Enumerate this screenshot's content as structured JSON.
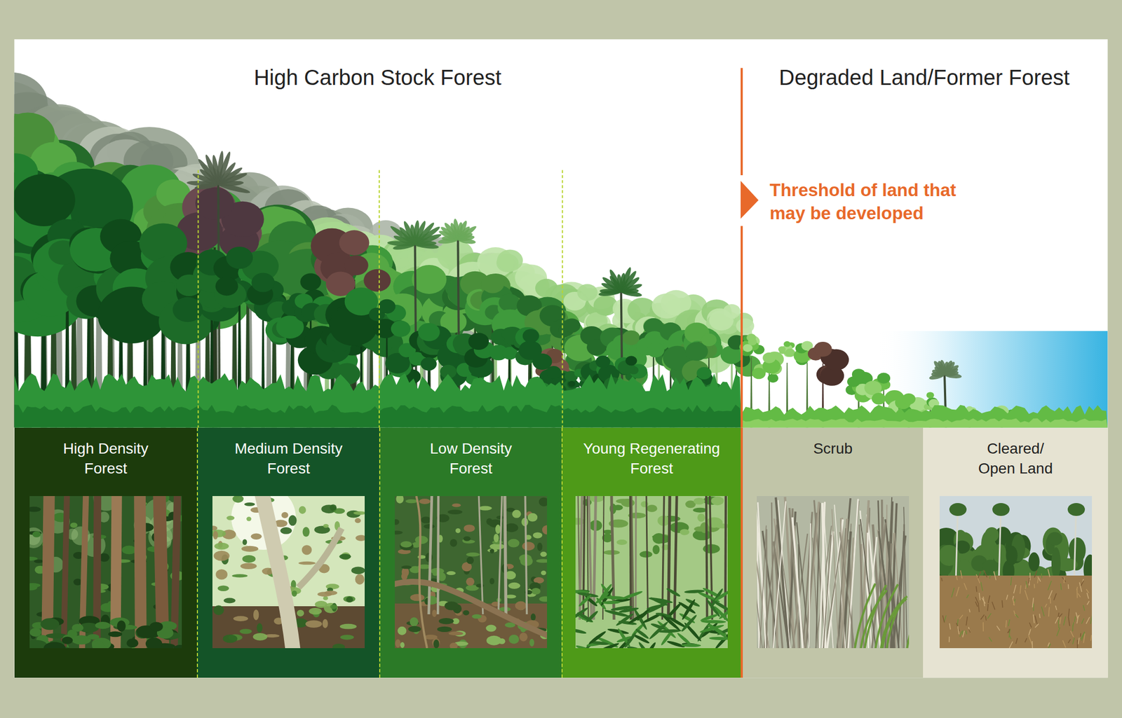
{
  "diagram": {
    "nodes": [
      {
        "text": [
          "High Carbon Stock Forest"
        ]
      },
      {
        "text": [
          "High Density Forest"
        ],
        "in": 0
      },
      {
        "text": [
          "Medium Density Forest"
        ],
        "in": 0
      },
      {
        "text": [
          "Low Density Forest"
        ],
        "in": 0
      },
      {
        "text": [
          "Young Regenerating Forest"
        ],
        "in": 0
      },
      {
        "text": [
          "Degraded Land/Former Forest"
        ]
      },
      {
        "text": [
          "Scrub"
        ],
        "in": 5
      },
      {
        "text": [
          "Cleared/ Open Land"
        ],
        "in": 5
      }
    ],
    "labels": [
      "Threshold of land that may be developed"
    ]
  }
}
